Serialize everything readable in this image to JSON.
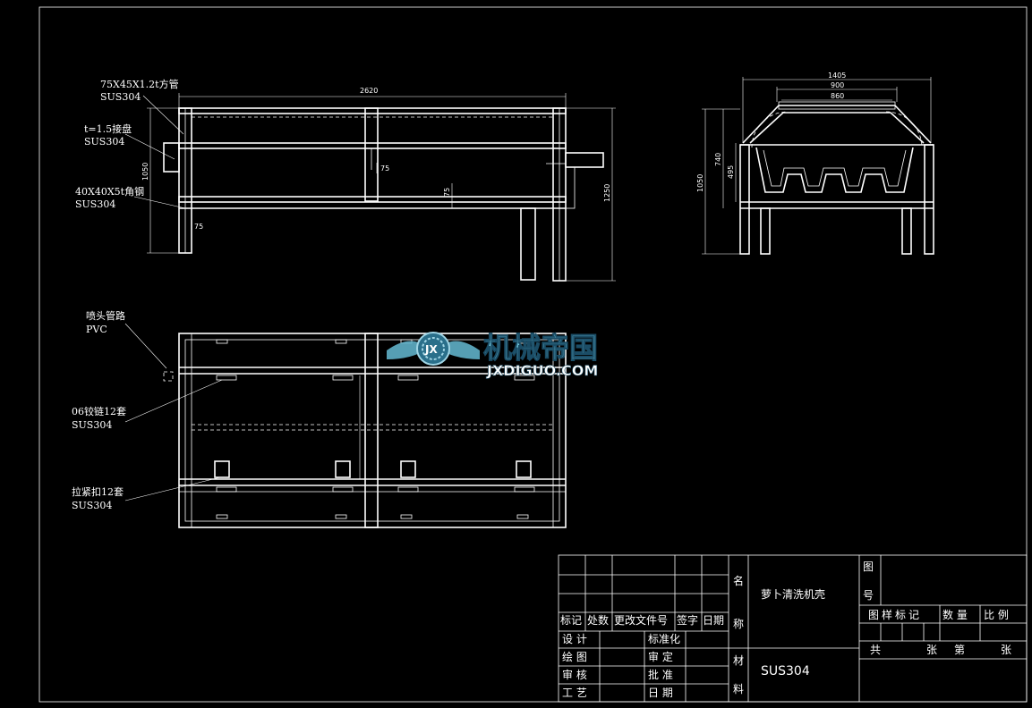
{
  "callouts": {
    "tube": "75X45X1.2t方管",
    "tube_mat": "SUS304",
    "plate": "t=1.5接盘",
    "plate_mat": "SUS304",
    "angle": "40X40X5t角钢",
    "angle_mat": "SUS304",
    "pipe": "喷头管路",
    "pipe_mat": "PVC",
    "hinge": "06铰链12套",
    "hinge_mat": "SUS304",
    "clamp": "拉紧扣12套",
    "clamp_mat": "SUS304"
  },
  "dims": {
    "front_len": "2620",
    "front_h": "1050",
    "front_total_h": "1250",
    "d75a": "75",
    "d75b": "75",
    "d75c": "75",
    "side_1405": "1405",
    "side_900": "900",
    "side_860": "860",
    "side_740": "740",
    "side_495": "495",
    "side_1050": "1050"
  },
  "watermark": {
    "cn": "机械帝国",
    "en": "JXDIGUO.COM",
    "logo": "JX"
  },
  "title_block": {
    "rev_headers": [
      "标记",
      "处数",
      "更改文件号",
      "签字",
      "日期"
    ],
    "design": "设  计",
    "draw": "绘  图",
    "check": "审  核",
    "process": "工  艺",
    "standard": "标准化",
    "review": "审  定",
    "approve": "批  准",
    "date": "日  期",
    "name_label_1": "名",
    "name_label_2": "称",
    "part_name": "萝卜清洗机壳",
    "mat_label_1": "材",
    "mat_label_2": "料",
    "material": "SUS304",
    "drawing_no_1": "图",
    "drawing_no_2": "号",
    "sample_mark": "图样标记",
    "quantity": "数  量",
    "scale": "比  例",
    "total": "共",
    "sheets": "张",
    "sheet_no": "第",
    "sheets2": "张"
  }
}
